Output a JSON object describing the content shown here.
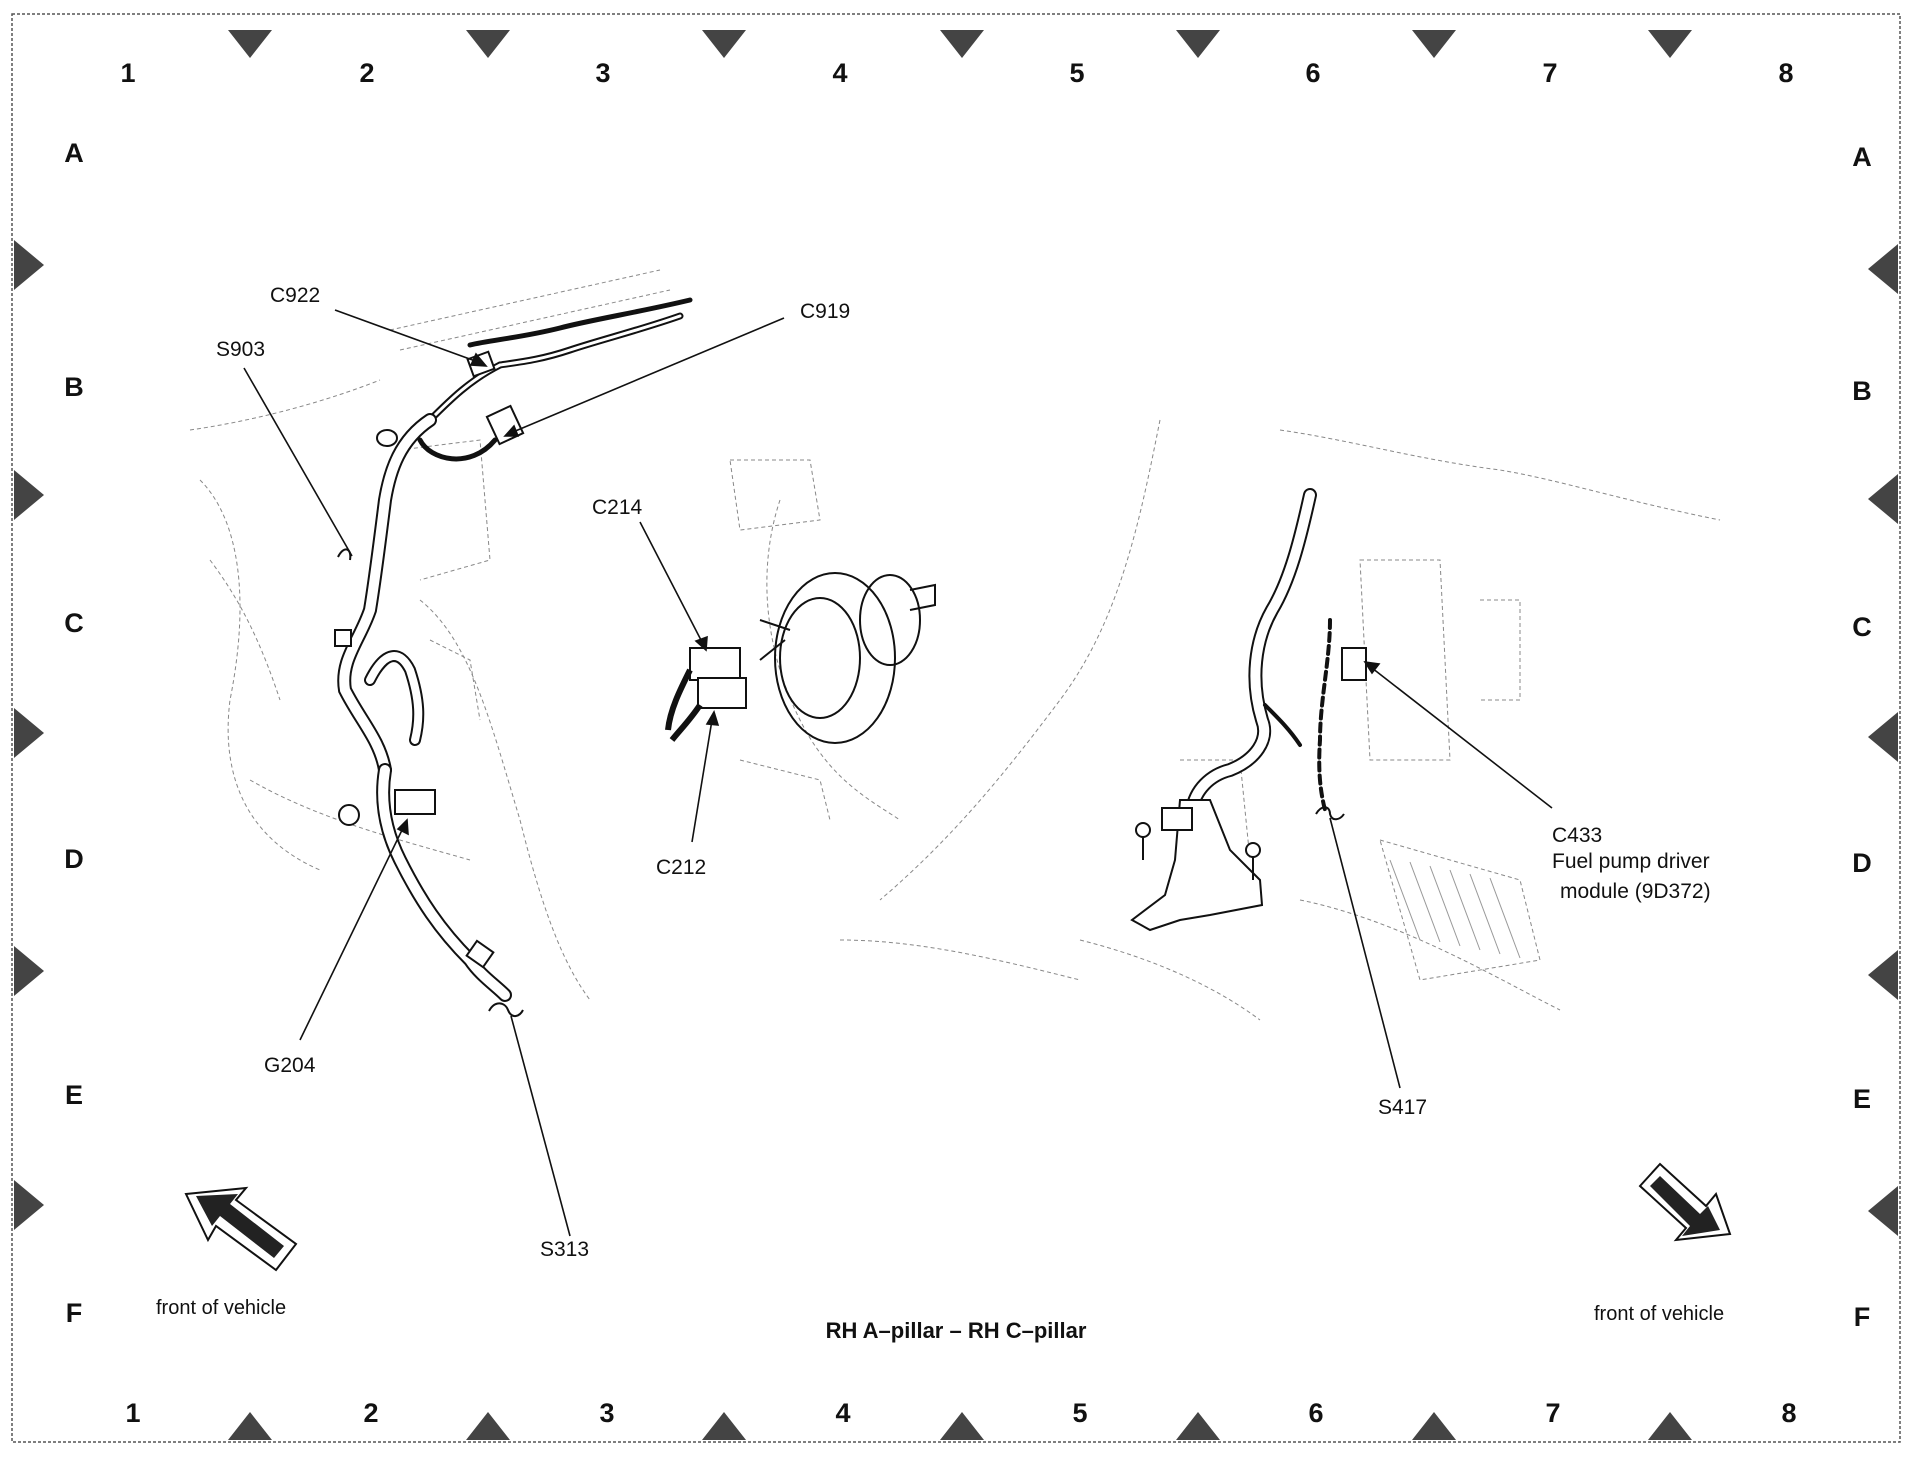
{
  "grid": {
    "columns": [
      "1",
      "2",
      "3",
      "4",
      "5",
      "6",
      "7",
      "8"
    ],
    "rows": [
      "A",
      "B",
      "C",
      "D",
      "E",
      "F"
    ]
  },
  "labels": {
    "c922": "C922",
    "s903": "S903",
    "c919": "C919",
    "c214": "C214",
    "c212": "C212",
    "g204": "G204",
    "s313": "S313",
    "c433": "C433",
    "c433_desc_1": "Fuel pump driver",
    "c433_desc_2": "module (9D372)",
    "s417": "S417"
  },
  "front_left": "front of vehicle",
  "front_right": "front of vehicle",
  "caption": "RH A–pillar – RH C–pillar"
}
